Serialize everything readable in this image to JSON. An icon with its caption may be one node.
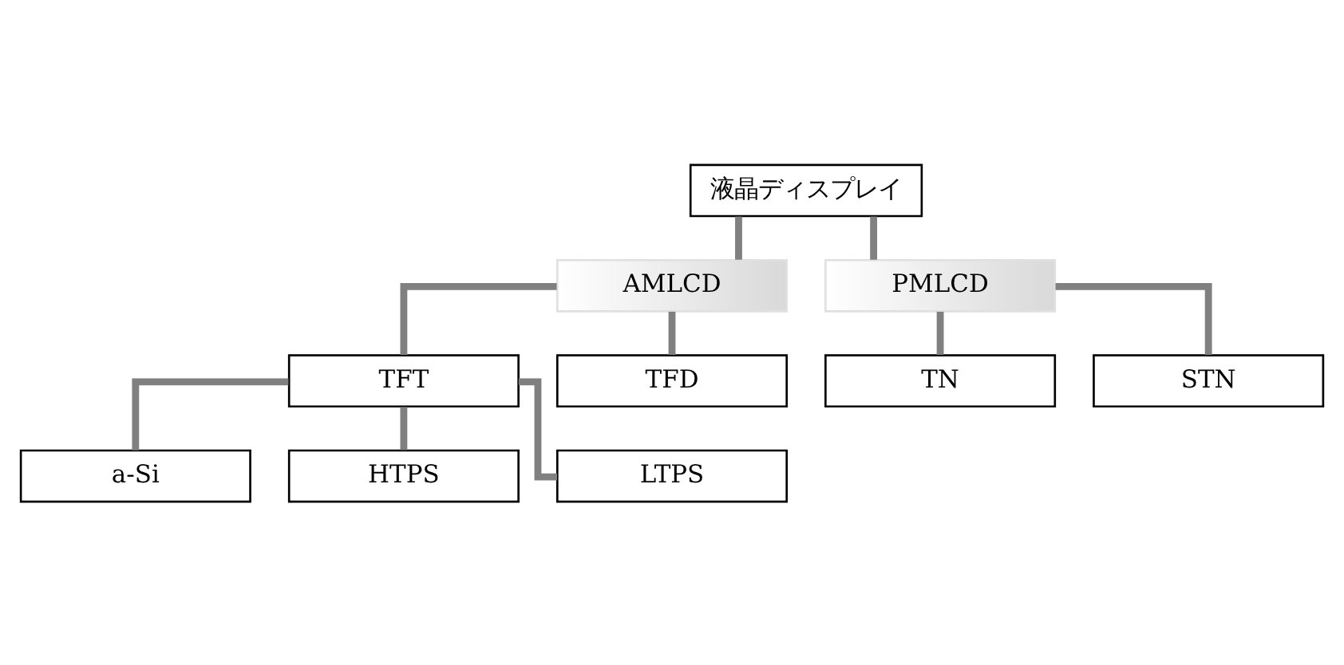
{
  "diagram": {
    "nodes": [
      {
        "text": [
          "液晶ディスプレイ"
        ]
      },
      {
        "text": [
          "AMLCD"
        ]
      },
      {
        "text": [
          "PMLCD"
        ]
      },
      {
        "text": [
          "TFT"
        ]
      },
      {
        "text": [
          "a-Si"
        ]
      },
      {
        "text": [
          "HTPS"
        ]
      },
      {
        "text": [
          "LTPS"
        ]
      },
      {
        "text": [
          "TFD"
        ]
      },
      {
        "text": [
          "TN"
        ]
      },
      {
        "text": [
          "STN"
        ]
      }
    ],
    "edges": [
      {
        "from": 0,
        "to": 1,
        "arrow": "none"
      },
      {
        "from": 0,
        "to": 2,
        "arrow": "none"
      },
      {
        "from": 1,
        "to": 3,
        "arrow": "none"
      },
      {
        "from": 1,
        "to": 7,
        "arrow": "none"
      },
      {
        "from": 3,
        "to": 4,
        "arrow": "none"
      },
      {
        "from": 3,
        "to": 5,
        "arrow": "none"
      },
      {
        "from": 3,
        "to": 6,
        "arrow": "none"
      },
      {
        "from": 2,
        "to": 8,
        "arrow": "none"
      },
      {
        "from": 2,
        "to": 9,
        "arrow": "none"
      }
    ]
  }
}
